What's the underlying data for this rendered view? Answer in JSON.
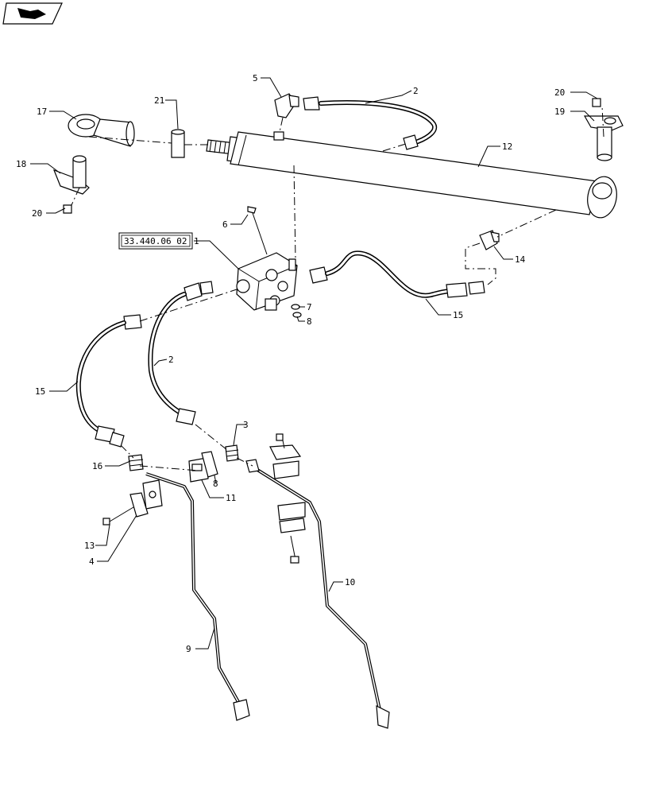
{
  "ref_box": "33.440.06 02",
  "labels": {
    "l1": "1",
    "l2a": "2",
    "l2b": "2",
    "l3": "3",
    "l4": "4",
    "l5": "5",
    "l6": "6",
    "l7": "7",
    "l8a": "8",
    "l8b": "8",
    "l9": "9",
    "l10": "10",
    "l11": "11",
    "l12": "12",
    "l13": "13",
    "l14": "14",
    "l15a": "15",
    "l15b": "15",
    "l16": "16",
    "l17": "17",
    "l18": "18",
    "l19": "19",
    "l20a": "20",
    "l20b": "20",
    "l21": "21"
  },
  "icons": {
    "nav": "navigation-arrow-icon"
  }
}
